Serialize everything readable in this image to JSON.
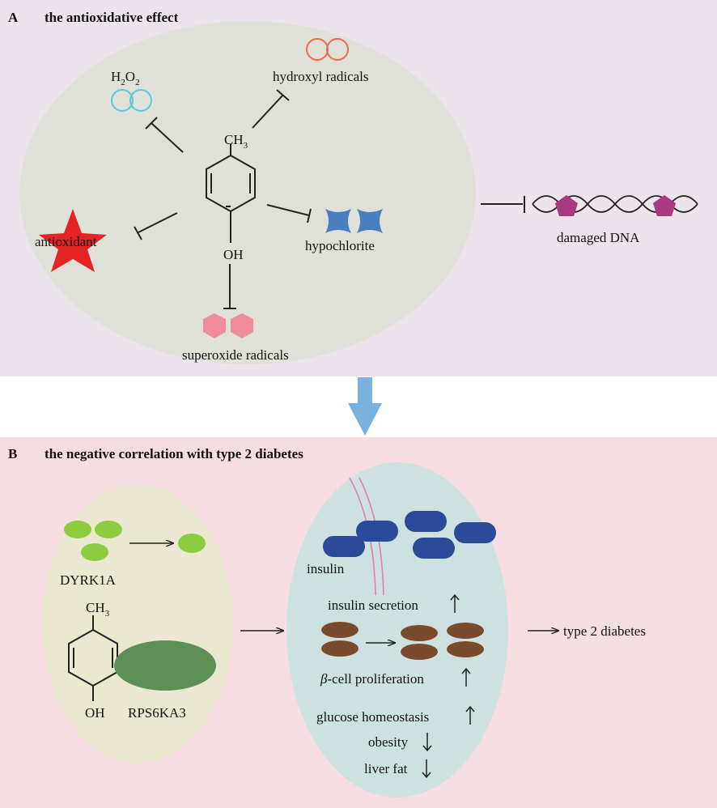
{
  "colors": {
    "panel_a_bg": "#ede3ec",
    "panel_a_ellipse": "#dfe1d9",
    "panel_b_bg": "#f6dde1",
    "panel_b_left_ellipse": "#ebe8d2",
    "panel_b_right_ellipse": "#cee1e1",
    "arrow_blue": "#7bb1dd",
    "h2o2": "#5ec5df",
    "hydroxyl": "#ee6a4c",
    "hypochlorite": "#4a7fbf",
    "superoxide": "#ef8c9c",
    "antioxidant_star": "#e42323",
    "dna_pentagon": "#a9397e",
    "dyrk1a_green": "#8dcc3f",
    "rps6ka3_green": "#5d8f57",
    "insulin_blue": "#2a4a9a",
    "cell_brown": "#7a4a2c",
    "membrane_pink": "#e07fa8"
  },
  "icons": [
    "h2o2-circles-icon",
    "hydroxyl-circles-icon",
    "hypochlorite-shape-icon",
    "superoxide-hexagons-icon",
    "antioxidant-star-icon",
    "dna-helix-icon",
    "down-arrow-icon",
    "cresol-structure-icon"
  ],
  "panel_a": {
    "letter": "A",
    "title": "the antioxidative effect",
    "labels": {
      "h2o2_main": "H",
      "h2o2_sub1": "2",
      "h2o2_mid": "O",
      "h2o2_sub2": "2",
      "hydroxyl": "hydroxyl radicals",
      "ch3_main": "CH",
      "ch3_sub": "3",
      "oh": "OH",
      "hypochlorite": "hypochlorite",
      "antioxidant": "antioxidant",
      "superoxide": "superoxide radicals",
      "dna": "damaged DNA"
    }
  },
  "panel_b": {
    "letter": "B",
    "title": "the negative correlation with type 2 diabetes",
    "labels": {
      "dyrk1a": "DYRK1A",
      "ch3_main": "CH",
      "ch3_sub": "3",
      "oh": "OH",
      "rps6ka3": "RPS6KA3",
      "insulin": "insulin",
      "insulin_secretion": "insulin secretion",
      "beta_symbol": "β",
      "beta_rest": "-cell proliferation",
      "glucose": "glucose homeostasis",
      "obesity": "obesity",
      "liver_fat": "liver fat",
      "type2": "type 2 diabetes"
    }
  }
}
